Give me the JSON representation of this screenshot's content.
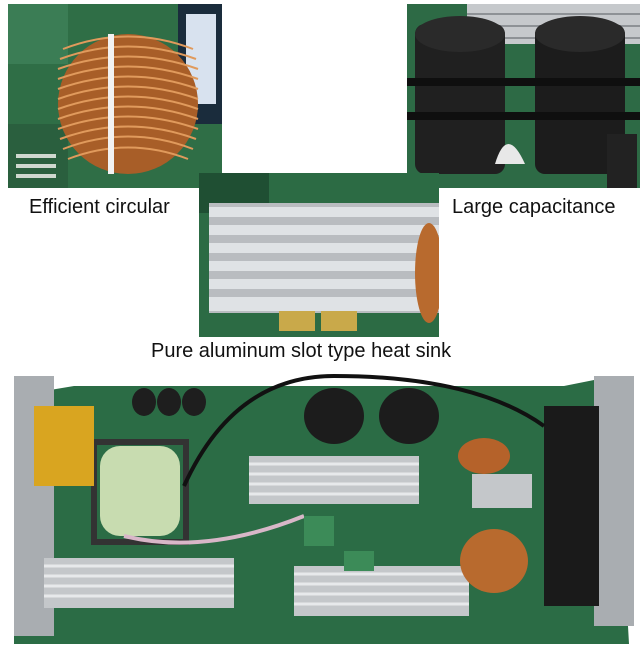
{
  "captions": {
    "inductor": "Efficient circular",
    "capacitor": "Large capacitance",
    "heatsink": "Pure aluminum slot type heat sink"
  },
  "colors": {
    "pcb_green": "#2e7a4c",
    "copper": "#c77a3a",
    "aluminum": "#c9ccd0",
    "capacitor_black": "#1c1c1c",
    "background": "#ffffff"
  },
  "photos": [
    "inductor-coil-photo",
    "capacitor-photo",
    "heatsink-photo",
    "power-board-photo"
  ]
}
